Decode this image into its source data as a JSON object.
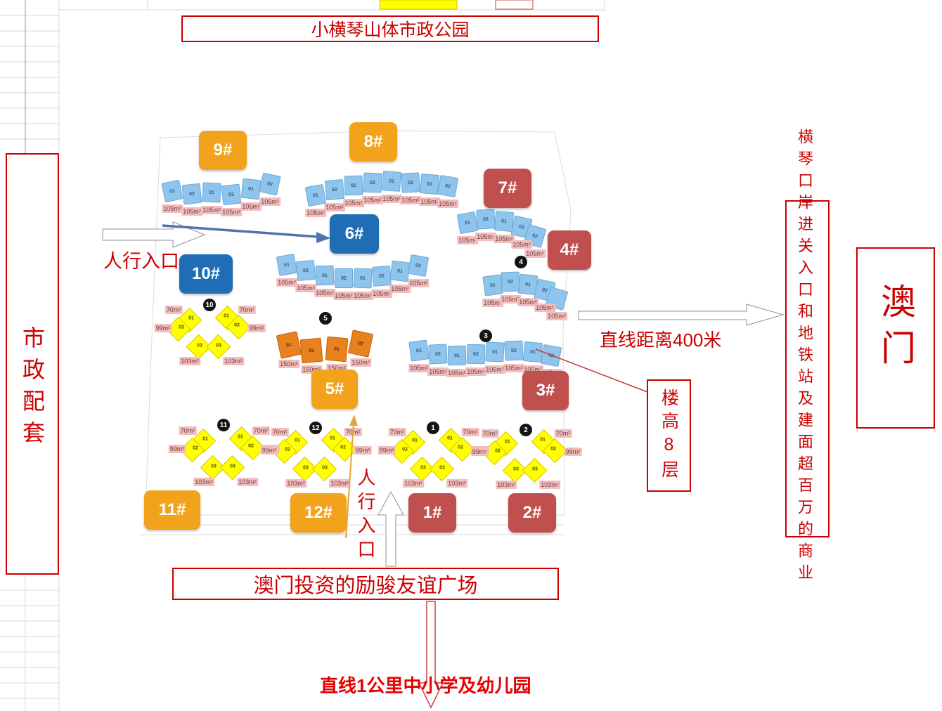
{
  "banners": {
    "top_park": "小横琴山体市政公园",
    "left_municipal": "市政配套",
    "right_port": "横琴口岸进关入口和地铁站及建面超百万的商业",
    "macau": "澳门",
    "bottom_plaza": "澳门投资的励骏友谊广场",
    "bottom_schools": "直线1公里中小学及幼儿园",
    "distance": "直线距离400米",
    "floors": "楼高8层",
    "entrance_left": "人行入口",
    "entrance_bottom": "人行入口"
  },
  "colors": {
    "red": "#cc0000",
    "gold": "#f2a31b",
    "brick": "#c0504d",
    "blue": "#1f6eb5",
    "unit_blue": "#8fc5ec",
    "unit_yellow": "#ffff00",
    "unit_orange": "#e8821e",
    "tag_pink": "#f4bdbd",
    "blue_arrow": "#4f74ad",
    "orange_arrow": "#e2a43c"
  },
  "plan": {
    "rows": [
      {
        "kind": "blue",
        "tag": "105m²",
        "units": [
          [
            232,
            258,
            -12,
            "01"
          ],
          [
            260,
            262,
            -6,
            "02"
          ],
          [
            288,
            260,
            3,
            "01"
          ],
          [
            316,
            263,
            -6,
            "02"
          ],
          [
            344,
            255,
            6,
            "01"
          ],
          [
            371,
            248,
            12,
            "02"
          ]
        ]
      },
      {
        "kind": "blue",
        "tag": "105m²",
        "units": [
          [
            436,
            264,
            -10,
            "01"
          ],
          [
            463,
            256,
            -5,
            "02"
          ],
          [
            490,
            250,
            -2,
            "01"
          ],
          [
            517,
            246,
            2,
            "02"
          ],
          [
            544,
            244,
            4,
            "01"
          ],
          [
            571,
            246,
            -3,
            "02"
          ],
          [
            598,
            248,
            5,
            "01"
          ],
          [
            624,
            251,
            10,
            "02"
          ]
        ]
      },
      {
        "kind": "blue",
        "tag": "105m²",
        "units": [
          [
            652,
            303,
            -10,
            "01"
          ],
          [
            678,
            298,
            -3,
            "02"
          ],
          [
            704,
            301,
            5,
            "01"
          ],
          [
            729,
            309,
            12,
            "02"
          ],
          [
            748,
            322,
            16,
            "02"
          ]
        ]
      },
      {
        "kind": "blue",
        "tag": "105m²",
        "units": [
          [
            395,
            363,
            -10,
            "01"
          ],
          [
            422,
            371,
            -5,
            "02"
          ],
          [
            449,
            378,
            -2,
            "01"
          ],
          [
            476,
            382,
            0,
            "02"
          ],
          [
            503,
            382,
            2,
            "01"
          ],
          [
            530,
            379,
            -4,
            "02"
          ],
          [
            556,
            372,
            7,
            "01"
          ],
          [
            582,
            364,
            10,
            "02"
          ]
        ]
      },
      {
        "kind": "blue",
        "tag": "105m²",
        "units": [
          [
            688,
            392,
            -8,
            "01"
          ],
          [
            713,
            387,
            -2,
            "02"
          ],
          [
            738,
            391,
            6,
            "01"
          ],
          [
            762,
            399,
            12,
            "02"
          ],
          [
            779,
            411,
            16,
            ""
          ]
        ]
      },
      {
        "kind": "blue",
        "tag": "105m²",
        "units": [
          [
            583,
            485,
            -8,
            "01"
          ],
          [
            610,
            490,
            -3,
            "02"
          ],
          [
            637,
            492,
            -1,
            "01"
          ],
          [
            664,
            490,
            1,
            "02"
          ],
          [
            691,
            487,
            3,
            "01"
          ],
          [
            718,
            485,
            -2,
            "02"
          ],
          [
            745,
            487,
            5,
            "01"
          ],
          [
            771,
            492,
            10,
            "02"
          ]
        ]
      },
      {
        "kind": "orange",
        "tag": "150m²",
        "units": [
          [
            396,
            474,
            -12,
            "01"
          ],
          [
            428,
            482,
            -5,
            "02"
          ],
          [
            464,
            480,
            5,
            "01"
          ],
          [
            498,
            472,
            12,
            "02"
          ]
        ]
      }
    ],
    "butterfly": {
      "diamonds": [
        [
          -27,
          -12
        ],
        [
          27,
          -15
        ],
        [
          -43,
          1
        ],
        [
          43,
          -2
        ],
        [
          -14,
          26
        ],
        [
          14,
          26
        ]
      ],
      "labels": [
        [
          "01",
          -25,
          -15
        ],
        [
          "01",
          25,
          -18
        ],
        [
          "02",
          -39,
          -2
        ],
        [
          "02",
          40,
          -5
        ],
        [
          "03",
          -13,
          24
        ],
        [
          "03",
          14,
          24
        ]
      ],
      "tags": [
        [
          "70m²",
          -50,
          -33
        ],
        [
          "70m²",
          54,
          -33
        ],
        [
          "99m²",
          -65,
          -7
        ],
        [
          "99m²",
          68,
          -7
        ],
        [
          "103m²",
          -27,
          40
        ],
        [
          "103m²",
          35,
          40
        ]
      ]
    },
    "butterfly_instances": [
      [
        297,
        468
      ],
      [
        317,
        640
      ],
      [
        448,
        642
      ],
      [
        615,
        642
      ],
      [
        747,
        644
      ]
    ],
    "circles": [
      [
        "10",
        298,
        434
      ],
      [
        "11",
        318,
        605
      ],
      [
        "12",
        449,
        609
      ],
      [
        "1",
        616,
        609
      ],
      [
        "2",
        748,
        612
      ],
      [
        "3",
        691,
        478
      ],
      [
        "4",
        741,
        373
      ],
      [
        "5",
        463,
        453
      ]
    ],
    "labels": [
      [
        "9#",
        "gold",
        283,
        186,
        68,
        56
      ],
      [
        "8#",
        "gold",
        497,
        174,
        68,
        56
      ],
      [
        "7#",
        "brick",
        688,
        240,
        68,
        56
      ],
      [
        "6#",
        "blue",
        469,
        305,
        70,
        56
      ],
      [
        "10#",
        "blue",
        255,
        362,
        76,
        56
      ],
      [
        "4#",
        "brick",
        779,
        328,
        62,
        56
      ],
      [
        "5#",
        "gold",
        443,
        526,
        66,
        56
      ],
      [
        "3#",
        "brick",
        743,
        528,
        66,
        56
      ],
      [
        "11#",
        "gold",
        205,
        698,
        80,
        56
      ],
      [
        "12#",
        "gold",
        413,
        702,
        80,
        56
      ],
      [
        "1#",
        "brick",
        581,
        702,
        68,
        56
      ],
      [
        "2#",
        "brick",
        723,
        702,
        68,
        56
      ]
    ]
  }
}
